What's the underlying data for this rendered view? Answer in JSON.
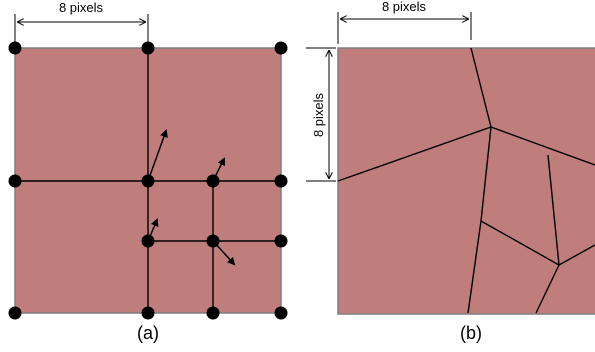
{
  "panel_a": {
    "width_label": "8 pixels",
    "caption": "(a)"
  },
  "panel_b": {
    "width_label": "8 pixels",
    "height_label": "8 pixels",
    "caption": "(b)"
  },
  "colors": {
    "cell_fill": "#bf7d7b",
    "cell_border": "#7f7f7f",
    "line": "#000000",
    "node": "#000000"
  }
}
